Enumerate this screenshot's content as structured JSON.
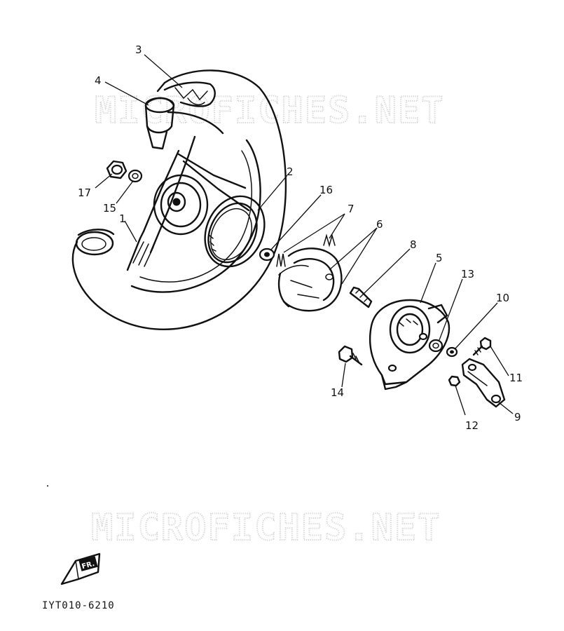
{
  "watermark": "MICROFICHES.NET",
  "callouts": {
    "n1": "1",
    "n2": "2",
    "n3": "3",
    "n4": "4",
    "n5": "5",
    "n6": "6",
    "n7": "7",
    "n8": "8",
    "n9": "9",
    "n10": "10",
    "n11": "11",
    "n12": "12",
    "n13": "13",
    "n14": "14",
    "n15": "15",
    "n16": "16",
    "n17": "17"
  },
  "front_badge": "FR.",
  "diagram_code": "IYT010-6210"
}
